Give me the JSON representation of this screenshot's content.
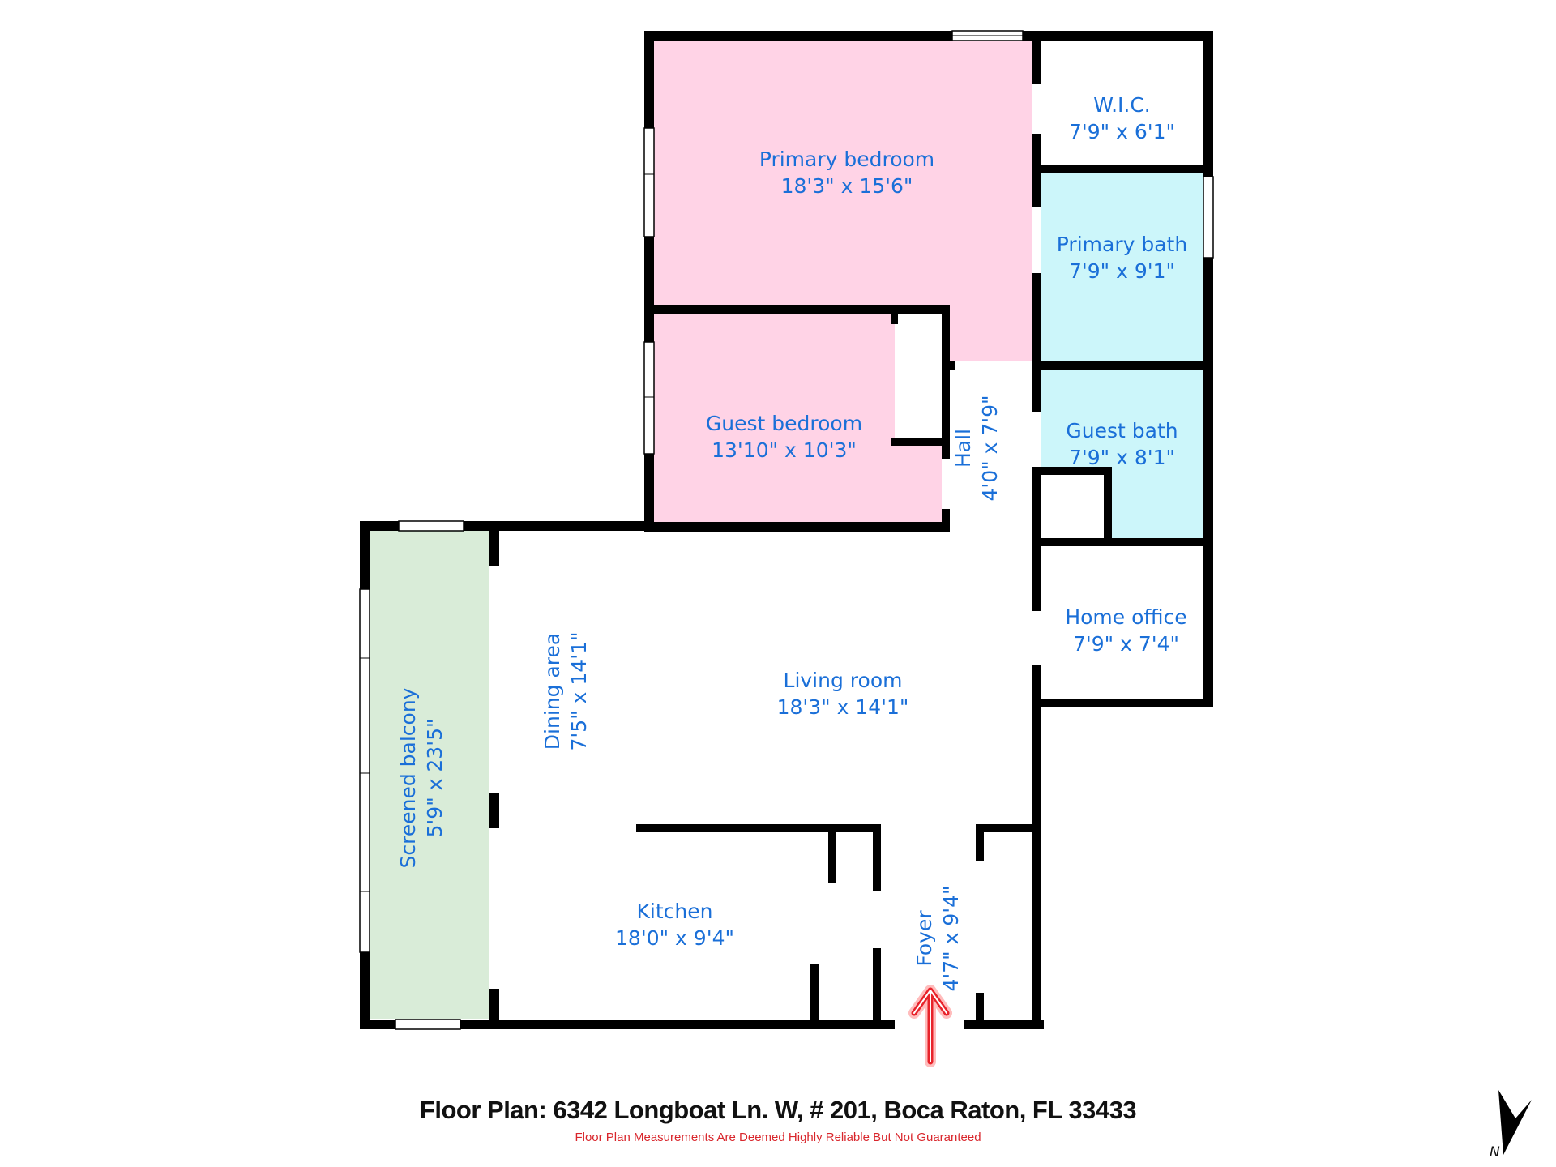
{
  "title": "Floor Plan: 6342 Longboat Ln. W, # 201, Boca Raton, FL 33433",
  "disclaimer": "Floor Plan Measurements Are Deemed Highly Reliable But Not Guaranteed",
  "compass": {
    "label": "N",
    "icon": "north-arrow-icon"
  },
  "entrance": {
    "icon": "entrance-arrow-icon",
    "color": "#e8232a"
  },
  "colors": {
    "bedroom": "#ffd3e6",
    "bath": "#ccf6fa",
    "balcony": "#d9ecd8",
    "wall": "#000000",
    "label": "#1a6fd8"
  },
  "rooms": {
    "primary_bedroom": {
      "name": "Primary bedroom",
      "size": "18'3\" x 15'6\""
    },
    "wic": {
      "name": "W.I.C.",
      "size": "7'9\" x 6'1\""
    },
    "primary_bath": {
      "name": "Primary bath",
      "size": "7'9\" x 9'1\""
    },
    "guest_bedroom": {
      "name": "Guest bedroom",
      "size": "13'10\" x 10'3\""
    },
    "hall": {
      "name": "Hall",
      "size": "4'0\" x 7'9\""
    },
    "guest_bath": {
      "name": "Guest bath",
      "size": "7'9\" x 8'1\""
    },
    "home_office": {
      "name": "Home office",
      "size": "7'9\" x 7'4\""
    },
    "living_room": {
      "name": "Living room",
      "size": "18'3\" x 14'1\""
    },
    "dining_area": {
      "name": "Dining area",
      "size": "7'5\" x 14'1\""
    },
    "screened_balcony": {
      "name": "Screened balcony",
      "size": "5'9\" x 23'5\""
    },
    "kitchen": {
      "name": "Kitchen",
      "size": "18'0\" x 9'4\""
    },
    "foyer": {
      "name": "Foyer",
      "size": "4'7\" x 9'4\""
    }
  }
}
